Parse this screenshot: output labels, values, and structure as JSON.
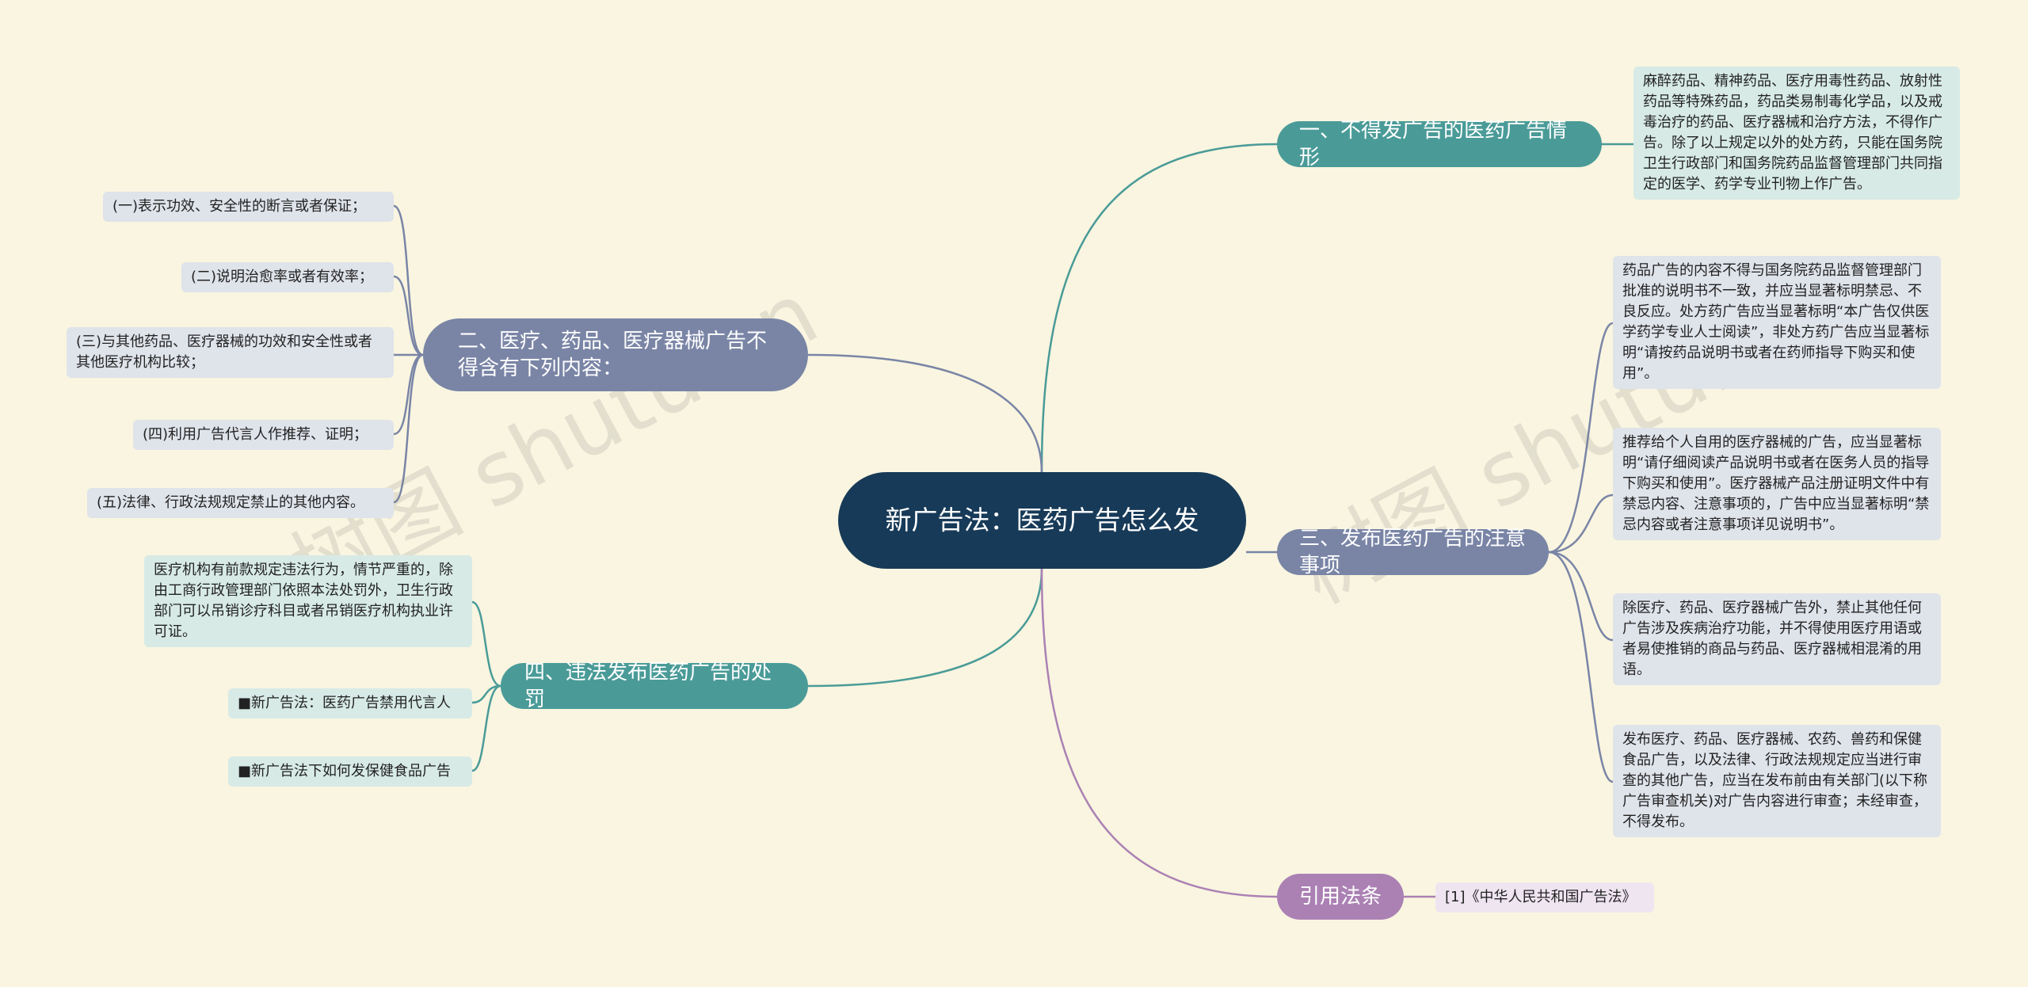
{
  "center": {
    "label": "新广告法：医药广告怎么发"
  },
  "branches": [
    {
      "label": "一、不得发广告的医药广告情形",
      "color": "#4a9b98",
      "children": [
        "麻醉药品、精神药品、医疗用毒性药品、放射性药品等特殊药品，药品类易制毒化学品，以及戒毒治疗的药品、医疗器械和治疗方法，不得作广告。除了以上规定以外的处方药，只能在国务院卫生行政部门和国务院药品监督管理部门共同指定的医学、药学专业刊物上作广告。"
      ]
    },
    {
      "label": "二、医疗、药品、医疗器械广告不得含有下列内容：",
      "color": "#7a85a6",
      "children": [
        "(一)表示功效、安全性的断言或者保证；",
        "(二)说明治愈率或者有效率；",
        "(三)与其他药品、医疗器械的功效和安全性或者其他医疗机构比较；",
        "(四)利用广告代言人作推荐、证明；",
        "(五)法律、行政法规规定禁止的其他内容。"
      ]
    },
    {
      "label": "三、发布医药广告的注意事项",
      "color": "#7a85a6",
      "children": [
        "药品广告的内容不得与国务院药品监督管理部门批准的说明书不一致，并应当显著标明禁忌、不良反应。处方药广告应当显著标明“本广告仅供医学药学专业人士阅读”，非处方药广告应当显著标明“请按药品说明书或者在药师指导下购买和使用”。",
        "推荐给个人自用的医疗器械的广告，应当显著标明“请仔细阅读产品说明书或者在医务人员的指导下购买和使用”。医疗器械产品注册证明文件中有禁忌内容、注意事项的，广告中应当显著标明“禁忌内容或者注意事项详见说明书”。",
        "除医疗、药品、医疗器械广告外，禁止其他任何广告涉及疾病治疗功能，并不得使用医疗用语或者易使推销的商品与药品、医疗器械相混淆的用语。",
        "发布医疗、药品、医疗器械、农药、兽药和保健食品广告，以及法律、行政法规规定应当进行审查的其他广告，应当在发布前由有关部门(以下称广告审查机关)对广告内容进行审查；未经审查，不得发布。"
      ]
    },
    {
      "label": "四、违法发布医药广告的处罚",
      "color": "#4a9b98",
      "children": [
        "医疗机构有前款规定违法行为，情节严重的，除由工商行政管理部门依照本法处罚外，卫生行政部门可以吊销诊疗科目或者吊销医疗机构执业许可证。",
        "■新广告法：医药广告禁用代言人",
        "■新广告法下如何发保健食品广告"
      ]
    },
    {
      "label": "引用法条",
      "color": "#ab81b4",
      "children": [
        "[1]《中华人民共和国广告法》"
      ]
    }
  ],
  "watermarks": [
    "树图 shutu.cn",
    "树图 shutu.cn"
  ]
}
